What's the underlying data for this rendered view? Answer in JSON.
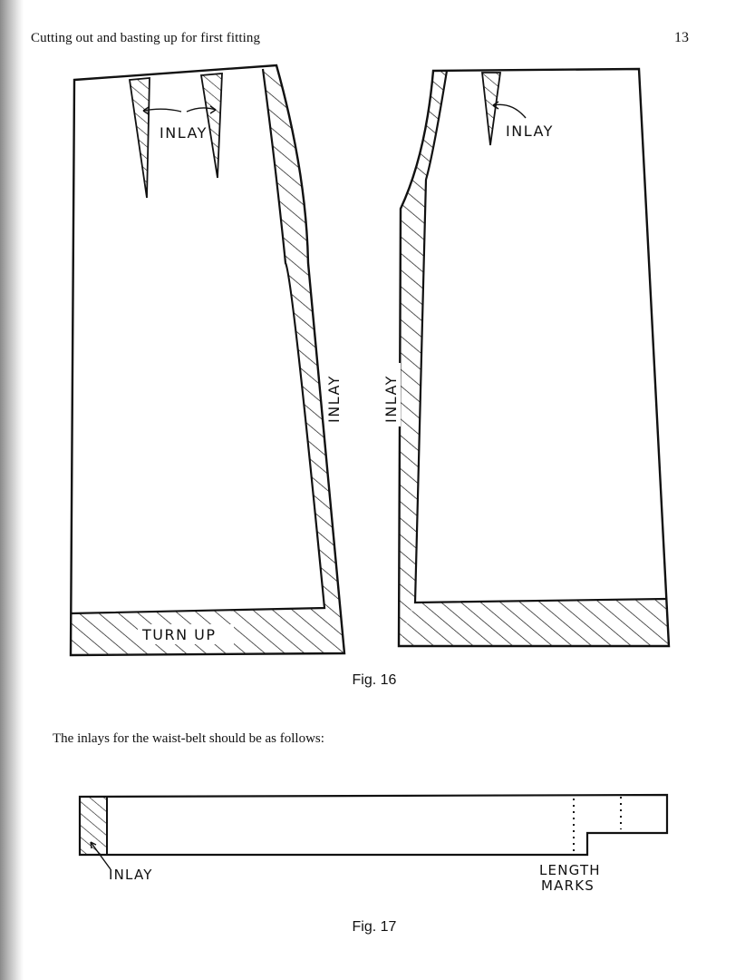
{
  "header": {
    "running_title": "Cutting out and basting up for first fitting",
    "page_number": "13"
  },
  "figure16": {
    "caption": "Fig. 16",
    "labels": {
      "front_dart_inlay": "INLAY",
      "front_side_inlay": "INLAY",
      "turn_up": "TURN UP",
      "back_dart_inlay": "INLAY",
      "back_side_inlay": "INLAY"
    }
  },
  "body_text": "The inlays for the waist-belt should be as follows:",
  "figure17": {
    "caption": "Fig. 17",
    "labels": {
      "inlay": "INLAY",
      "length_marks_line1": "LENGTH",
      "length_marks_line2": "MARKS"
    }
  }
}
